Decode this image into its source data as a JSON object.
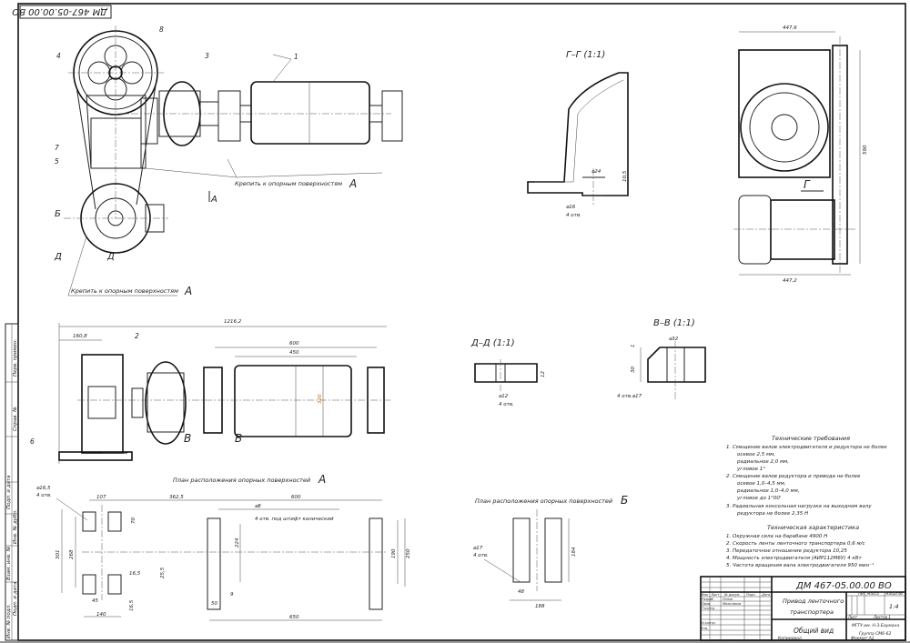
{
  "title_block": {
    "designation": "ДМ 467-05.00.00 ВО",
    "designation_rotated": "ДМ 467-05.00.00 ВО",
    "name_line1": "Привод ленточного",
    "name_line2": "транспортера",
    "doc_type": "Общий вид",
    "mass_header": "Масса",
    "lit_header": "Лит.",
    "scale_header": "Масштаб",
    "scale": "1:4",
    "sheet": "Лист",
    "sheets": "Листов  1",
    "org_line1": "МГТУ им. Н.Э.Баумана",
    "org_line2": "Группа СМ6-62",
    "copied": "Копировал",
    "format": "Формат  А1",
    "rows": [
      "Изм.",
      "Лист",
      "№ докум.",
      "Подп.",
      "Дата",
      "Разраб.",
      "Попов",
      "Пров.",
      "Мельников",
      "Т.контр.",
      "Н.контр.",
      "Утв."
    ]
  },
  "left_strip": [
    "Перв. примен.",
    "Справ. №",
    "Подп. и дата",
    "Инв. № дубл.",
    "Взам. инв. №",
    "Подп. и дата",
    "Инв. № подл."
  ],
  "views": {
    "top_view": {
      "positions": [
        "1",
        "3",
        "4",
        "5",
        "7",
        "8"
      ],
      "note": "Крепить к опорным поверхностям",
      "note_letter": "А",
      "note2": "Крепить к опорным поверхностям",
      "note2_letter": "А",
      "arrow_a": "А",
      "arrow_b": "Б",
      "arrow_d1": "Д",
      "arrow_d2": "Д"
    },
    "section_gg": {
      "title": "Г–Г (1:1)",
      "d24": "⌀24",
      "h105": "10,5",
      "d16": "⌀16",
      "holes": "4 отв."
    },
    "side_view": {
      "w_top": "447,6",
      "h": "590",
      "w_bottom": "447,2",
      "arrow": "Г"
    },
    "section_dd": {
      "title": "Д–Д (1:1)",
      "d12": "⌀12",
      "holes": "4 отв.",
      "h": "12"
    },
    "section_vv": {
      "title": "В–В (1:1)",
      "d32": "⌀32",
      "h1": "1",
      "h30": "30",
      "holes": "4 отв.⌀17"
    },
    "front_view": {
      "overall": "1216,2",
      "left": "160,8",
      "d600": "600",
      "d450": "450",
      "d_drum": "320",
      "pos2": "2",
      "pos6": "6",
      "arrow_v1": "В",
      "arrow_v2": "В"
    },
    "plan_a": {
      "title": "План расположения опорных поверхностей",
      "letter": "А",
      "dims": [
        "107",
        "362,5",
        "600",
        "⌀8",
        "4 отв. под штифт конический",
        "301",
        "268",
        "70",
        "224",
        "190",
        "250",
        "16,5",
        "25,5",
        "16,5",
        "45",
        "140",
        "9",
        "50",
        "650",
        "⌀16,5",
        "4 отв."
      ]
    },
    "plan_b": {
      "title": "План расположения опорных поверхностей",
      "letter": "Б",
      "dims": [
        "⌀17",
        "4 отв.",
        "184",
        "48",
        "188"
      ]
    }
  },
  "tech_requirements": {
    "title": "Технические требования",
    "lines": [
      "1. Смещение валов электродвигателя и редуктора не более",
      "осевое  2,5 мм,",
      "радиальное 2,0 мм,",
      "угловое 1°",
      "2. Смещение валов редуктора и привода не более",
      "осевое  1,0–4,5  мм,",
      "радиальное  1,0–4,0 мм,",
      "угловое до 1°00'",
      "3. Радиальная консольная нагрузка на выходном валу",
      "редуктора не более 2,35 Н"
    ]
  },
  "tech_characteristics": {
    "title": "Техническая характеристика",
    "lines": [
      "1. Окружная сила на барабане 4900 Н",
      "2. Скорость ленты ленточного транспортера 0,6 м/с",
      "3. Передаточное отношение редуктора 10,25",
      "4. Мощность электродвигателя (АИР112М6У) 4 кВт",
      "5. Частота вращения вала электродвигателя 950 мин⁻¹"
    ]
  }
}
